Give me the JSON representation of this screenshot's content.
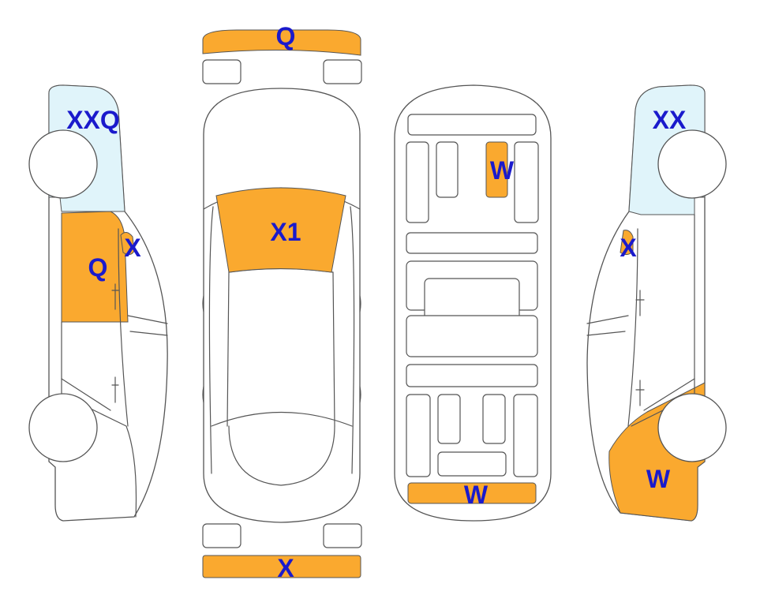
{
  "colors": {
    "damage_fill": "#FAA92F",
    "glass_tint": "#E0F4FA",
    "label_text": "#1A1ACC",
    "outline": "#555555"
  },
  "labels": {
    "front_bumper": "Q",
    "rear_bumper": "X",
    "hood": "X1",
    "left_front_fender_upper": "XXQ",
    "left_front_door": "Q",
    "left_mirror": "X",
    "right_rear_quarter_upper": "XX",
    "right_mirror": "X",
    "right_front_fender": "W",
    "underbody_crossmember": "W",
    "underbody_rear_edge": "W"
  }
}
